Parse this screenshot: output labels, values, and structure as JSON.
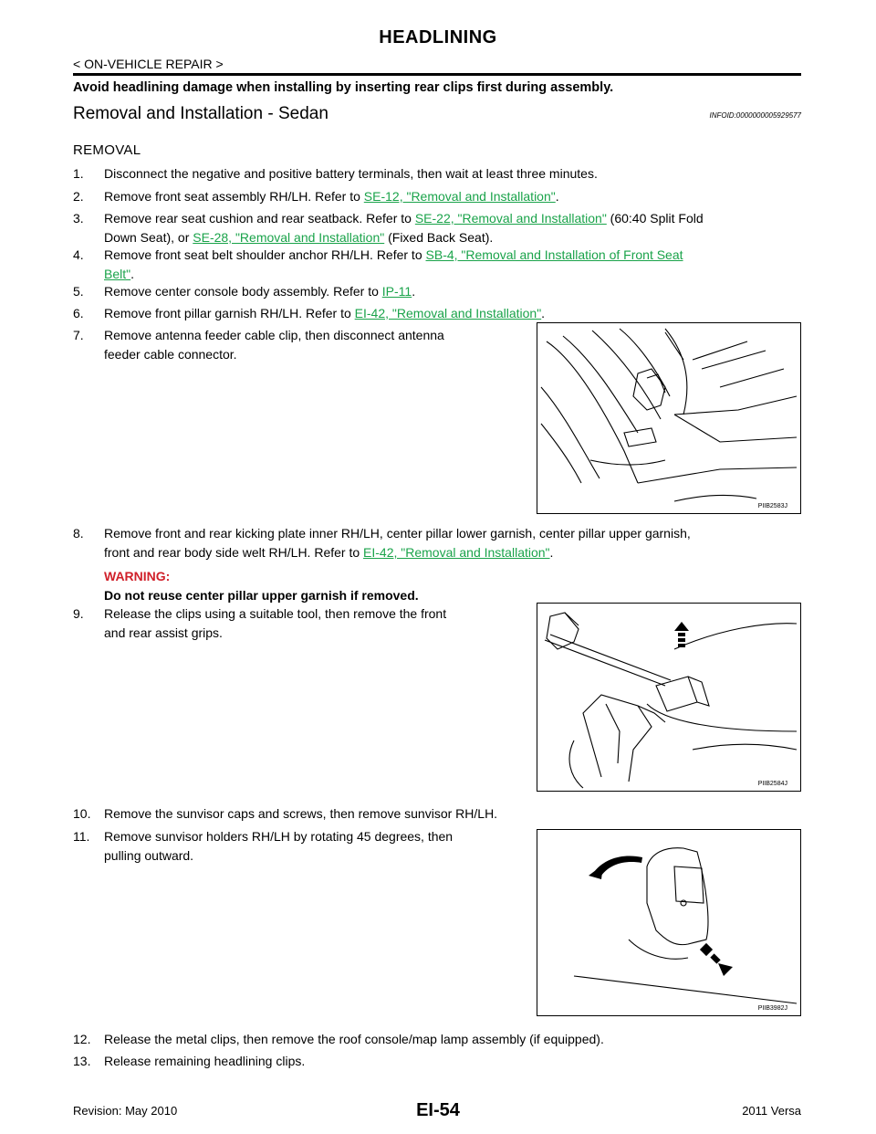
{
  "header": {
    "title": "HEADLINING",
    "breadcrumb": "< ON-VEHICLE REPAIR >"
  },
  "lead_note": "Avoid headlining damage when installing by inserting rear clips first during assembly.",
  "section": {
    "title": "Removal and Installation - Sedan",
    "info_id": "INFOID:0000000005929577",
    "subheading": "REMOVAL"
  },
  "steps": {
    "s1": {
      "num": "1.",
      "text": "Disconnect the negative and positive battery terminals, then wait at least three minutes."
    },
    "s2": {
      "num": "2.",
      "pre": "Remove front seat assembly RH/LH. Refer to ",
      "link": "SE-12, \"Removal and Installation\"",
      "post": "."
    },
    "s3": {
      "num": "3.",
      "pre": "Remove rear seat cushion and rear seatback. Refer to ",
      "link": "SE-22, \"Removal and Installation\"",
      "mid": " (60:40 Split Fold",
      "line2_pre": "Down Seat), or ",
      "link2": "SE-28, \"Removal and Installation\"",
      "post": " (Fixed Back Seat)."
    },
    "s4": {
      "num": "4.",
      "pre": "Remove front seat belt shoulder anchor RH/LH. Refer to ",
      "link": "SB-4, \"Removal and Installation of Front Seat",
      "link_cont": "Belt\"",
      "post": "."
    },
    "s5": {
      "num": "5.",
      "pre": "Remove center console body assembly. Refer to ",
      "link": "IP-11",
      "post": "."
    },
    "s6": {
      "num": "6.",
      "pre": "Remove front pillar garnish RH/LH. Refer to ",
      "link": "EI-42, \"Removal and Installation\"",
      "post": "."
    },
    "s7": {
      "num": "7.",
      "line1": "Remove antenna feeder cable clip, then disconnect antenna",
      "line2": "feeder cable connector."
    },
    "s8": {
      "num": "8.",
      "line1": "Remove front and rear kicking plate inner RH/LH, center pillar lower garnish, center pillar upper garnish,",
      "pre": "front and rear body side welt RH/LH. Refer to ",
      "link": "EI-42, \"Removal and Installation\"",
      "post": ".",
      "warning_label": "WARNING:",
      "warning_text": "Do not reuse center pillar upper garnish if removed."
    },
    "s9": {
      "num": "9.",
      "line1": "Release the clips using a suitable tool, then remove the front",
      "line2": "and rear assist grips."
    },
    "s10": {
      "num": "10.",
      "text": "Remove the sunvisor caps and screws, then remove sunvisor RH/LH."
    },
    "s11": {
      "num": "11.",
      "line1": "Remove sunvisor holders RH/LH by rotating 45 degrees, then",
      "line2": "pulling outward."
    },
    "s12": {
      "num": "12.",
      "text": "Release the metal clips, then remove the roof console/map lamp assembly (if equipped)."
    },
    "s13": {
      "num": "13.",
      "text": "Release remaining headlining clips."
    }
  },
  "figures": {
    "fig1": {
      "label": "PIIB2583J",
      "depicts": "antenna-feeder-cable"
    },
    "fig2": {
      "label": "PIIB2584J",
      "depicts": "assist-grip-removal"
    },
    "fig3": {
      "label": "PIIB3982J",
      "depicts": "sunvisor-holder"
    }
  },
  "footer": {
    "revision": "Revision: May 2010",
    "page": "EI-54",
    "model": "2011 Versa"
  },
  "colors": {
    "link": "#1aa34a",
    "warning": "#d0202a"
  }
}
